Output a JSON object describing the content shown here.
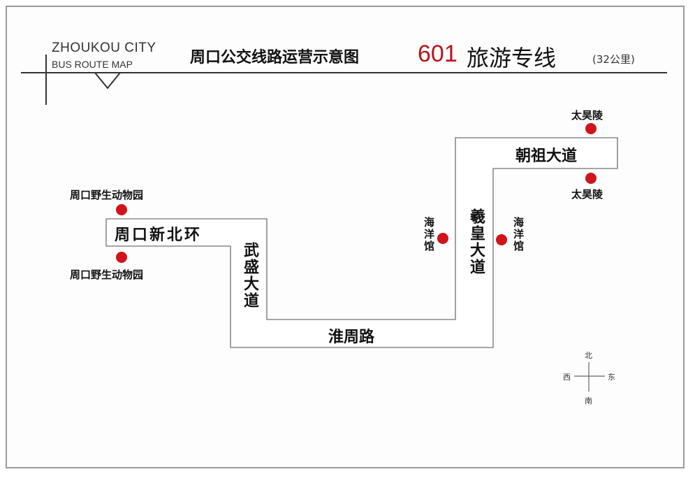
{
  "header": {
    "city_en": "ZHOUKOU CITY",
    "map_en": "BUS ROUTE MAP",
    "title": "周口公交线路运营示意图",
    "route_number": "601",
    "route_name": "旅游专线",
    "length": "(32公里)"
  },
  "roads": {
    "north_ring": "周口新北环",
    "wusheng": "武盛大道",
    "huaizhou": "淮周路",
    "xihuang": "羲皇大道",
    "chaozu": "朝祖大道"
  },
  "stops": {
    "zoo_top": "周口野生动物园",
    "zoo_bottom": "周口野生动物园",
    "ocean_left": "海洋馆",
    "ocean_right": "海洋馆",
    "taihao_top": "太昊陵",
    "taihao_bottom": "太昊陵"
  },
  "compass": {
    "north": "北",
    "south": "南",
    "east": "东",
    "west": "西"
  },
  "colors": {
    "accent": "#d0141c"
  }
}
